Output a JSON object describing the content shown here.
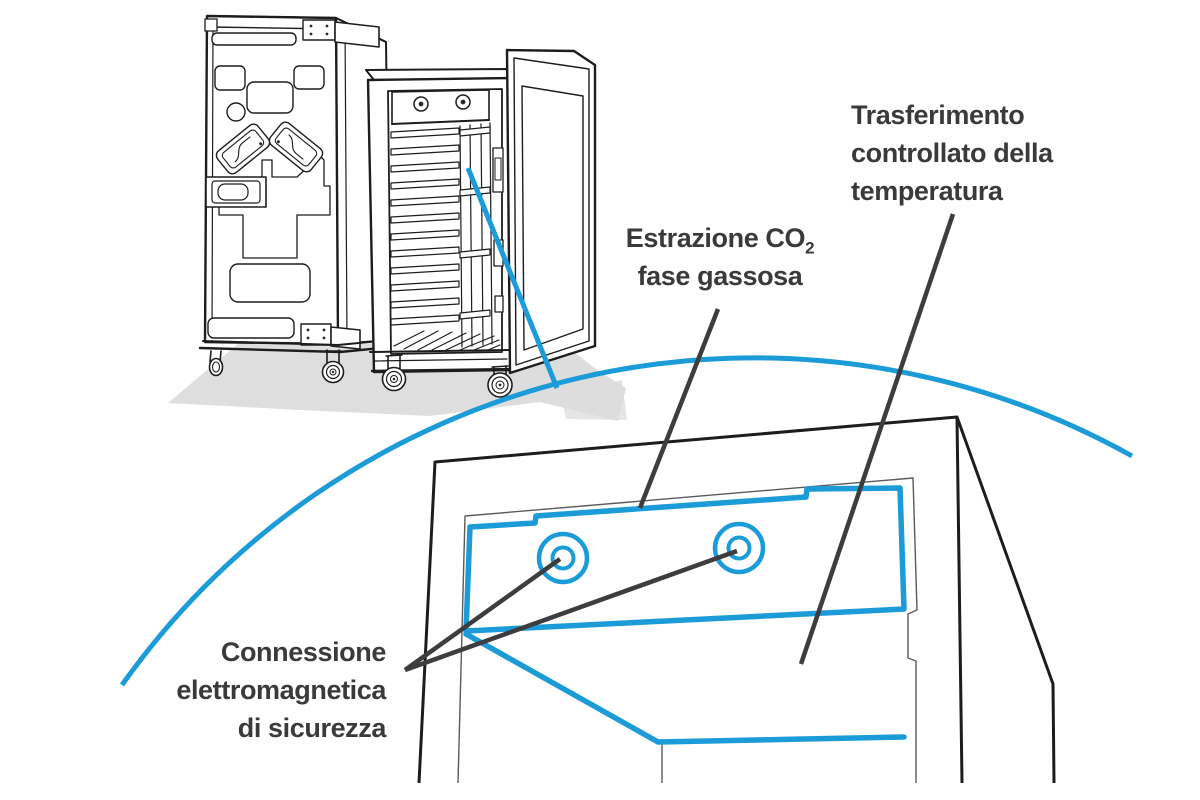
{
  "colors": {
    "accent_blue": "#1b9bd7",
    "leader_gray": "#3d3d3f",
    "line_black": "#1d1d1d",
    "thin_line": "#5a5a5a",
    "shadow_gray": "#d8d8d8",
    "text_gray": "#3a3a3c"
  },
  "labels": {
    "temperature": {
      "lines": [
        "Trasferimento",
        "controllato della",
        "temperatura"
      ]
    },
    "co2": {
      "prefix": "Estrazione CO",
      "subscript": "2",
      "line2": "fase gassosa"
    },
    "safety": {
      "lines": [
        "Connessione",
        "elettromagnetica",
        "di sicurezza"
      ]
    }
  }
}
